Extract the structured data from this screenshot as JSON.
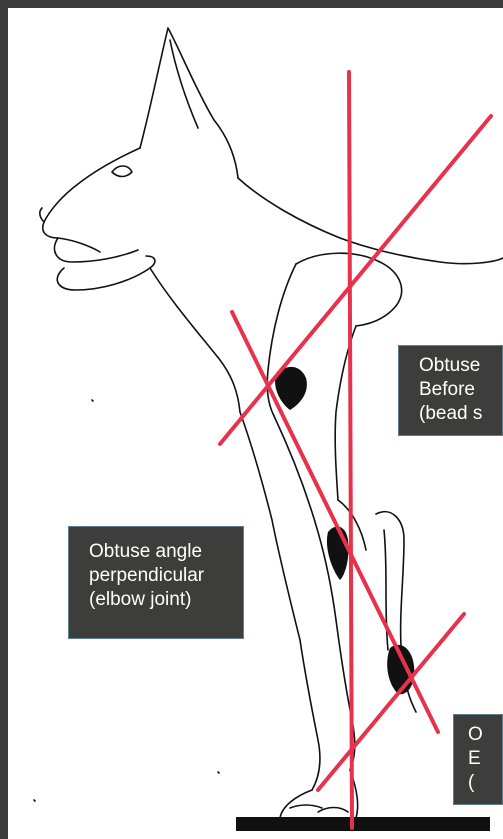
{
  "colors": {
    "frame": "#3b3b3b",
    "guide_line": "#e8314a",
    "ink": "#111111",
    "joint_fill": "#111111",
    "label_bg": "#3d3d3b",
    "label_text": "#ffffff",
    "label_border": "#5b7f8f"
  },
  "icons": [
    "dog-line-drawing",
    "ground-bar"
  ],
  "labels": {
    "middle": {
      "line1": "Obtuse",
      "line2": "Before",
      "line3": "(bead s"
    },
    "left": {
      "line1": "Obtuse angle",
      "line2": "perpendicular",
      "line3": "(elbow joint)"
    },
    "bottom": {
      "line1": "O",
      "line2": "E",
      "line3": "("
    }
  }
}
